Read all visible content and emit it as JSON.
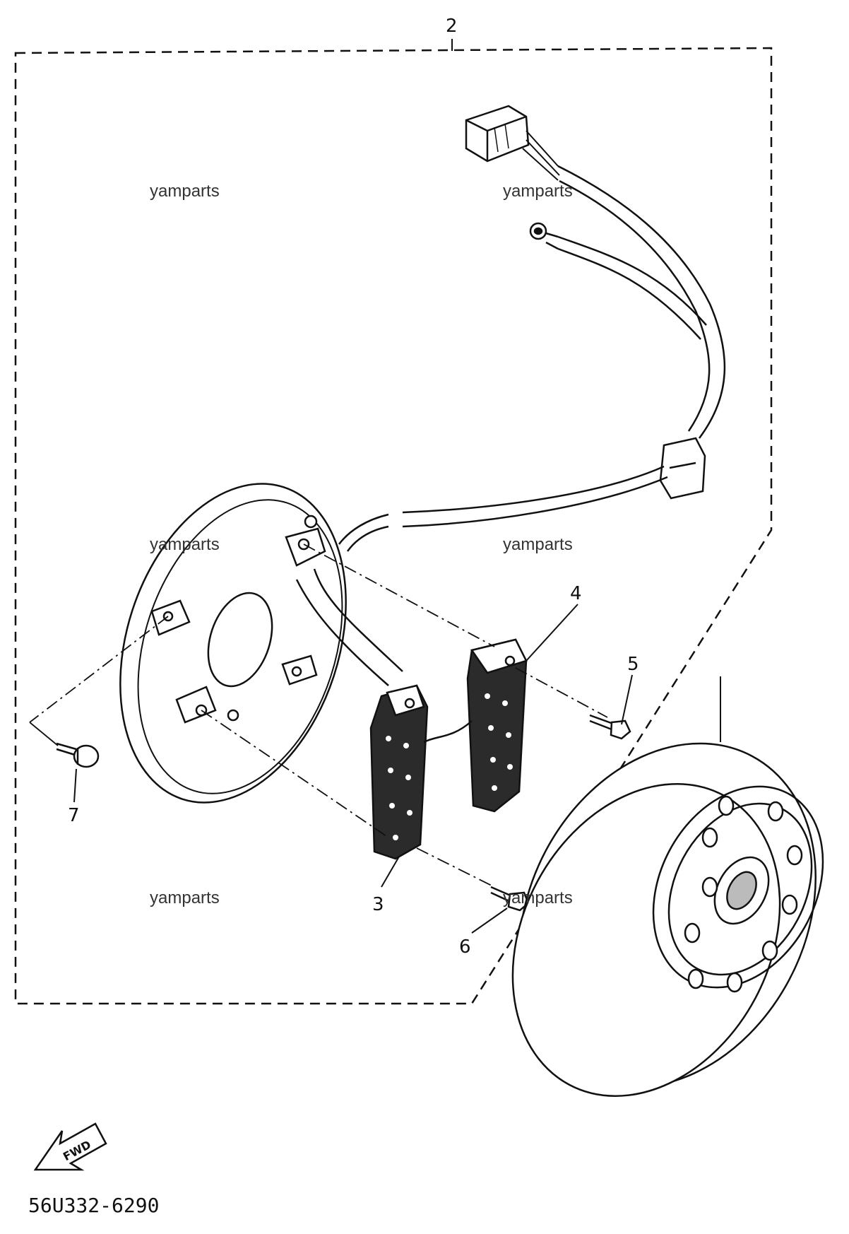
{
  "diagram": {
    "callouts": {
      "c2": "2",
      "c3": "3",
      "c4": "4",
      "c5": "5",
      "c6": "6",
      "c7": "7"
    },
    "watermarks": [
      "yamparts",
      "yamparts",
      "yamparts",
      "yamparts",
      "yamparts",
      "yamparts"
    ],
    "direction_label": "FWD",
    "drawing_code": "56U332-6290"
  },
  "colors": {
    "line": "#111111",
    "coil_fill": "#2b2b2b",
    "background": "#ffffff"
  }
}
